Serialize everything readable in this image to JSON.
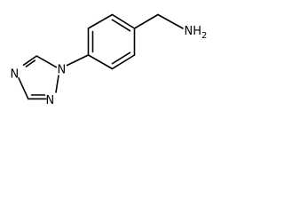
{
  "molecule": {
    "amine_label": "NH",
    "amine_subscript": "2",
    "ring_n1_label": "N",
    "ring_n2_label": "N",
    "ring_n4_label": "N"
  },
  "colors": {
    "background": "#ffffff",
    "ink": "#000000"
  }
}
